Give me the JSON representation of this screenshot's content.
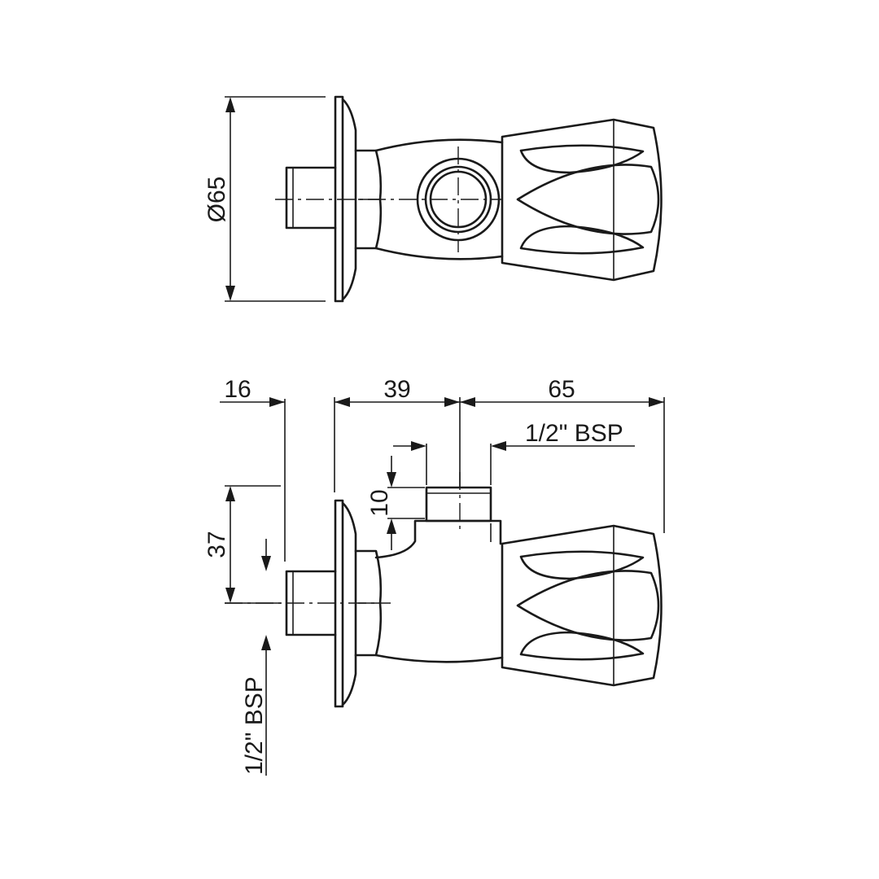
{
  "drawing": {
    "dimensions": {
      "diameter": "Ø65",
      "offset_16": "16",
      "length_39": "39",
      "length_65": "65",
      "thread_top": "1/2\" BSP",
      "height_10": "10",
      "height_37": "37",
      "thread_left": "1/2\" BSP"
    }
  },
  "colors": {
    "line": "#1a1a1a",
    "background": "#ffffff"
  }
}
